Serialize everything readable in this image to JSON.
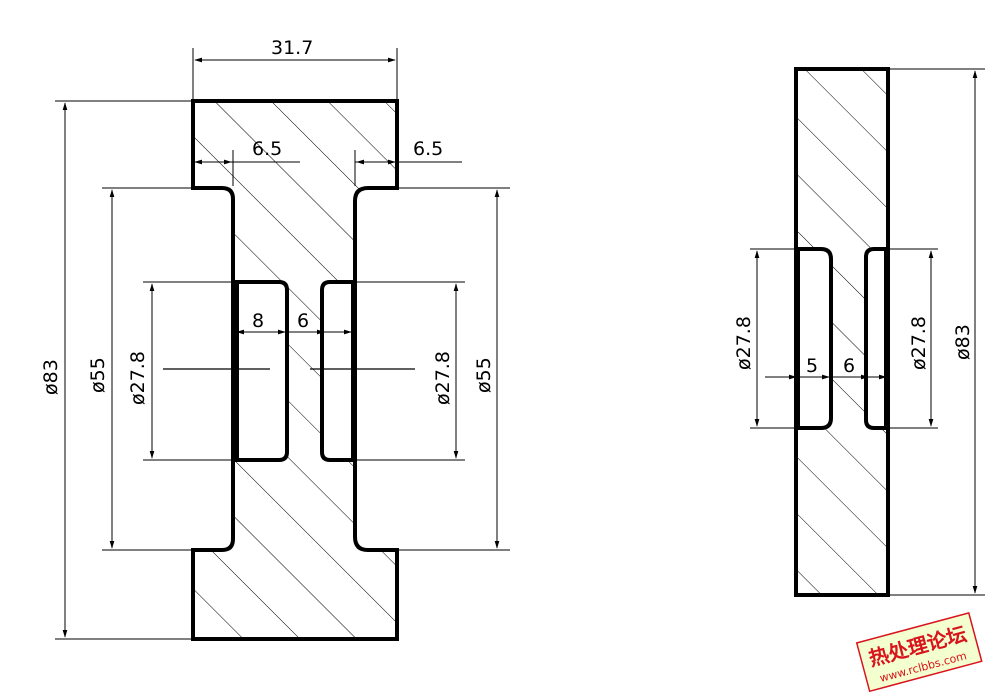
{
  "left_view": {
    "overall_width": "31.7",
    "outer_diameter": "ø83",
    "recess_diameter_left": "ø55",
    "recess_diameter_right": "ø55",
    "bore_diameter_left": "ø27.8",
    "bore_diameter_right": "ø27.8",
    "recess_depth_left": "6.5",
    "recess_depth_right": "6.5",
    "bore_depth_left": "8",
    "bore_depth_right": "6"
  },
  "right_view": {
    "outer_diameter": "ø83",
    "bore_diameter_left": "ø27.8",
    "bore_diameter_right": "ø27.8",
    "bore_depth_left": "5",
    "bore_depth_right": "6"
  },
  "watermark": {
    "title": "热处理论坛",
    "url": "www.rclbbs.com"
  },
  "colors": {
    "line": "#000000",
    "watermark_red": "#d8141c",
    "watermark_bg": "#f4ffd0"
  }
}
